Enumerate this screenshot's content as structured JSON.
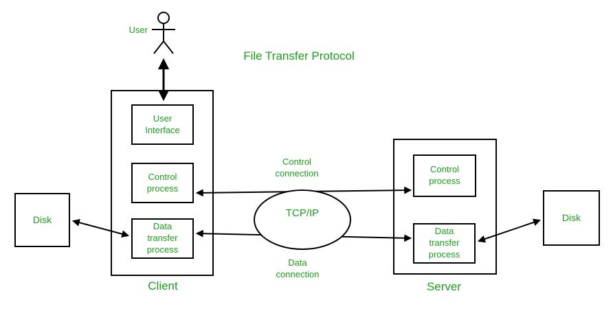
{
  "title": "File Transfer Protocol",
  "colors": {
    "green": "#1a9e1a",
    "line": "#000000",
    "background": "#ffffff"
  },
  "actor": {
    "label": "User"
  },
  "client": {
    "label": "Client",
    "boxes": [
      {
        "label": "User\nInterface"
      },
      {
        "label": "Control\nprocess"
      },
      {
        "label": "Data\ntransfer\nprocess"
      }
    ]
  },
  "server": {
    "label": "Server",
    "boxes": [
      {
        "label": "Control\nprocess"
      },
      {
        "label": "Data\ntransfer\nprocess"
      }
    ]
  },
  "network": {
    "label": "TCP/IP"
  },
  "connections": {
    "control": {
      "label": "Control\nconnection"
    },
    "data": {
      "label": "Data\nconnection"
    }
  },
  "disks": {
    "left": {
      "label": "Disk"
    },
    "right": {
      "label": "Disk"
    }
  }
}
